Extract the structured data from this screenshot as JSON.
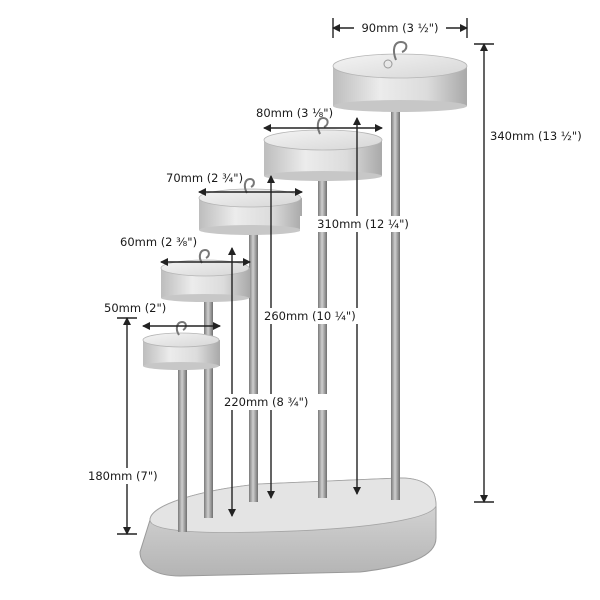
{
  "photo": {
    "subject": "wooden drop spindle stand with five spindles",
    "colors": {
      "wood_light": "#e6e6e6",
      "wood_mid": "#c9c9c9",
      "wood_dark": "#8e8e8e",
      "dimension_line": "#222222"
    }
  },
  "dimensions": {
    "width_90": "90mm (3 ½\")",
    "width_80": "80mm (3 ⅛\")",
    "width_70": "70mm (2 ¾\")",
    "width_60": "60mm (2 ⅜\")",
    "width_50": "50mm (2\")",
    "height_340": "340mm (13 ½\")",
    "height_310": "310mm (12 ¼\")",
    "height_260": "260mm (10 ¼\")",
    "height_220": "220mm (8 ¾\")",
    "height_180": "180mm (7\")"
  }
}
